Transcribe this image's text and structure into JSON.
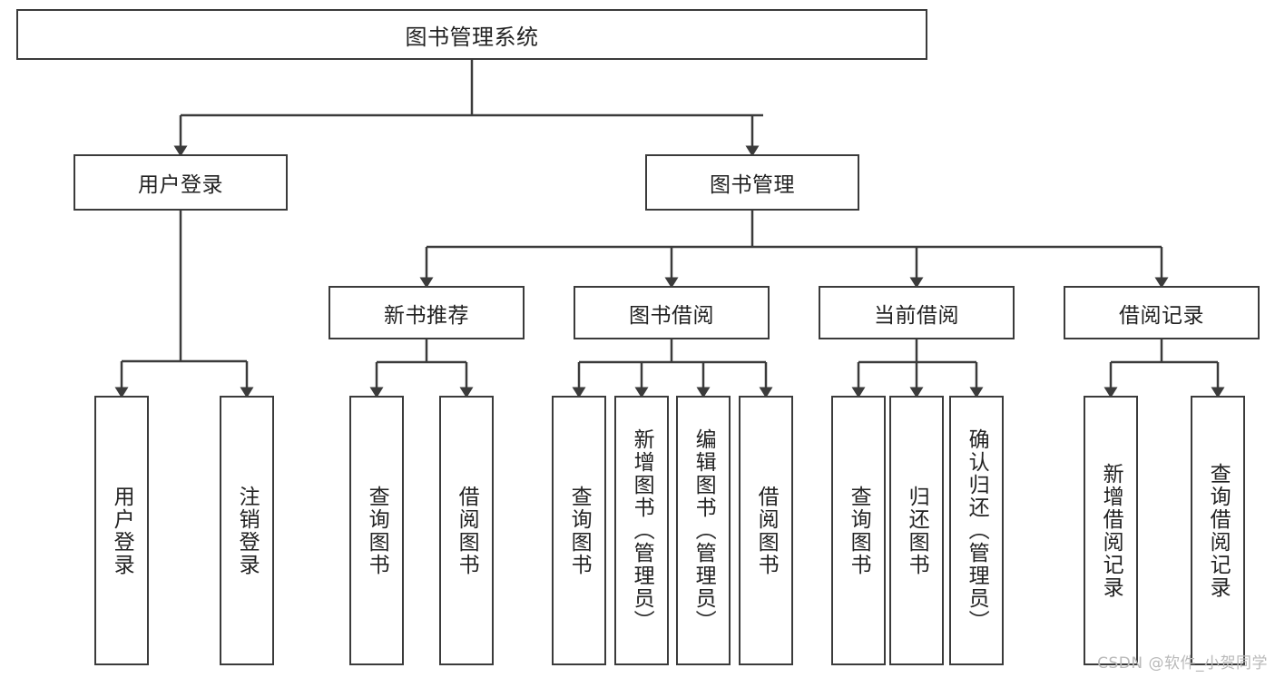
{
  "diagram": {
    "type": "tree-hierarchy",
    "title": "图书管理系统",
    "root": {
      "label": "图书管理系统"
    },
    "level2": [
      {
        "id": "user-login",
        "label": "用户登录"
      },
      {
        "id": "book-management",
        "label": "图书管理"
      }
    ],
    "level3": [
      {
        "id": "new-book-recommend",
        "label": "新书推荐",
        "parent": "book-management"
      },
      {
        "id": "book-borrow",
        "label": "图书借阅",
        "parent": "book-management"
      },
      {
        "id": "current-borrow",
        "label": "当前借阅",
        "parent": "book-management"
      },
      {
        "id": "borrow-record",
        "label": "借阅记录",
        "parent": "book-management"
      }
    ],
    "leaves": [
      {
        "id": "leaf-user-login",
        "label": "用户登录",
        "parent": "user-login"
      },
      {
        "id": "leaf-logout",
        "label": "注销登录",
        "parent": "user-login"
      },
      {
        "id": "leaf-query-book-1",
        "label": "查询图书",
        "parent": "new-book-recommend"
      },
      {
        "id": "leaf-borrow-book-1",
        "label": "借阅图书",
        "parent": "new-book-recommend"
      },
      {
        "id": "leaf-query-book-2",
        "label": "查询图书",
        "parent": "book-borrow"
      },
      {
        "id": "leaf-add-book",
        "label": "新增图书（管理员）",
        "parent": "book-borrow"
      },
      {
        "id": "leaf-edit-book",
        "label": "编辑图书（管理员）",
        "parent": "book-borrow"
      },
      {
        "id": "leaf-borrow-book-2",
        "label": "借阅图书",
        "parent": "book-borrow"
      },
      {
        "id": "leaf-query-book-3",
        "label": "查询图书",
        "parent": "current-borrow"
      },
      {
        "id": "leaf-return-book",
        "label": "归还图书",
        "parent": "current-borrow"
      },
      {
        "id": "leaf-confirm-return",
        "label": "确认归还（管理员）",
        "parent": "current-borrow"
      },
      {
        "id": "leaf-add-record",
        "label": "新增借阅记录",
        "parent": "borrow-record"
      },
      {
        "id": "leaf-query-record",
        "label": "查询借阅记录",
        "parent": "borrow-record"
      }
    ],
    "colors": {
      "stroke": "#3b3b3b",
      "background": "#ffffff",
      "text": "#222222",
      "watermark": "#b9b9b9"
    }
  },
  "watermark": {
    "text": "CSDN @软件_小贺同学"
  }
}
